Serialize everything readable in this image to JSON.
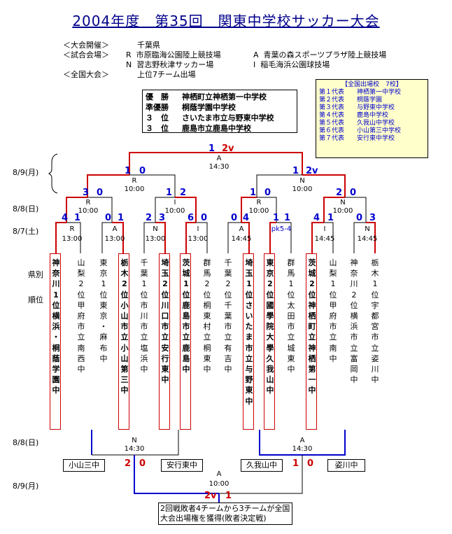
{
  "title": "2004年度　第35回　関東中学校サッカー大会",
  "info": {
    "host_label": "＜大会開催＞",
    "host_value": "千葉県",
    "venue_label": "＜試合会場＞",
    "venue_r": "R  市原臨海公園陸上競技場",
    "venue_a": "A  青葉の森スポーツプラザ陸上競技場",
    "venue_n": "N  習志野秋津サッカー場",
    "venue_i": "I  稲毛海浜公園球技場",
    "national_label": "＜全国大会＞",
    "national_value": "上位7チーム出場"
  },
  "results": [
    {
      "rank": "優　勝",
      "team": "神栖町立神栖第一中学校"
    },
    {
      "rank": "準優勝",
      "team": "桐蔭学園中学校"
    },
    {
      "rank": "３　位",
      "team": "さいたま市立与野東中学校"
    },
    {
      "rank": "３　位",
      "team": "鹿島市立鹿島中学校"
    }
  ],
  "national": {
    "title": "【全国出場校　7校】",
    "items": [
      {
        "rep": "第１代表",
        "team": "神栖第一中学校"
      },
      {
        "rep": "第２代表",
        "team": "桐蔭学園"
      },
      {
        "rep": "第３代表",
        "team": "与野東中学校"
      },
      {
        "rep": "第４代表",
        "team": "鹿島中学校"
      },
      {
        "rep": "第５代表",
        "team": "久我山中学校"
      },
      {
        "rep": "第６代表",
        "team": "小山第三中学校"
      },
      {
        "rep": "第７代表",
        "team": "安行東中学校"
      }
    ]
  },
  "dates": {
    "d1": "8/9(月)",
    "d2": "8/8(日)",
    "d3": "8/7(土)",
    "d4": "8/8(日)",
    "d5": "8/9(月)"
  },
  "row_labels": {
    "pref": "県別",
    "rank": "順位"
  },
  "matches": {
    "final": {
      "venue": "A",
      "time": "14:30",
      "left": "1",
      "right": "2v"
    },
    "sf_left": {
      "venue": "R",
      "time": "10:00",
      "left": "1",
      "right": "0"
    },
    "sf_right": {
      "venue": "N",
      "time": "10:00",
      "left": "1",
      "right": "2v"
    },
    "qf1": {
      "venue": "R",
      "time": "10:00",
      "left": "3",
      "right": "0"
    },
    "qf2": {
      "venue": "I",
      "time": "10:00",
      "left": "1",
      "right": "2"
    },
    "qf3": {
      "venue": "R",
      "time": "10:00",
      "left": "1",
      "right": "0"
    },
    "qf4": {
      "venue": "N",
      "time": "10:00",
      "left": "2",
      "right": "0"
    },
    "r1_1": {
      "venue": "R",
      "time": "13:00",
      "left": "4",
      "right": "1"
    },
    "r1_2": {
      "venue": "A",
      "time": "13:00",
      "left": "0",
      "right": "1"
    },
    "r1_3": {
      "venue": "N",
      "time": "13:00",
      "left": "2",
      "right": "3"
    },
    "r1_4": {
      "venue": "I",
      "time": "13:00",
      "left": "6",
      "right": "0"
    },
    "r1_5": {
      "venue": "A",
      "time": "14:45",
      "left": "0",
      "right": "4"
    },
    "r1_6": {
      "venue": "",
      "time": "",
      "left": "1",
      "right": "1",
      "pk": "pk5-4"
    },
    "r1_7": {
      "venue": "I",
      "time": "14:45",
      "left": "4",
      "right": "1"
    },
    "r1_8": {
      "venue": "N",
      "time": "14:45",
      "left": "0",
      "right": "3"
    },
    "qf_time_1": "10:00",
    "qf_time_2": "10:00",
    "qf_time_3": "10:00",
    "qf_time_4": "10:00",
    "cons_left": {
      "venue": "N",
      "time": "14:30",
      "left": "2",
      "right": "0"
    },
    "cons_right": {
      "venue": "A",
      "time": "14:30",
      "left": "1",
      "right": "0"
    },
    "cons_final": {
      "venue": "A",
      "time": "10:00",
      "left": "2v",
      "right": "1"
    }
  },
  "teams": [
    {
      "text": "神奈川1位横浜・桐蔭学園中",
      "red": true
    },
    {
      "text": "山梨2位甲府市立南西中",
      "red": false
    },
    {
      "text": "東京1位東京・麻布中",
      "red": false
    },
    {
      "text": "栃木2位小山市立小山第三中",
      "red": true
    },
    {
      "text": "千葉1位市川市立塩浜中",
      "red": false
    },
    {
      "text": "埼玉2位川口市立安行東中",
      "red": true
    },
    {
      "text": "茨城1位鹿島市立鹿島中",
      "red": true
    },
    {
      "text": "群馬2位桐東村立桐東中",
      "red": false
    },
    {
      "text": "千葉2位千葉市立有吉中",
      "red": false
    },
    {
      "text": "埼玉1位さいたま市立与野東中",
      "red": true
    },
    {
      "text": "東京2位國學院大學久我山中",
      "red": true
    },
    {
      "text": "群馬1位太田市立城東中",
      "red": false
    },
    {
      "text": "茨城2位神栖町立神栖第一中",
      "red": true
    },
    {
      "text": "山梨1位甲府市立南中",
      "red": false
    },
    {
      "text": "神奈川2位横浜市立富岡中",
      "red": false
    },
    {
      "text": "栃木1位宇都宮市立姿川中",
      "red": false
    }
  ],
  "losers": {
    "l1": "小山三中",
    "l2": "安行東中",
    "l3": "久我山中",
    "l4": "姿川中"
  },
  "note": "2回戦敗者4チームから3チームが全国大会出場権を獲得(敗者決定戦)"
}
